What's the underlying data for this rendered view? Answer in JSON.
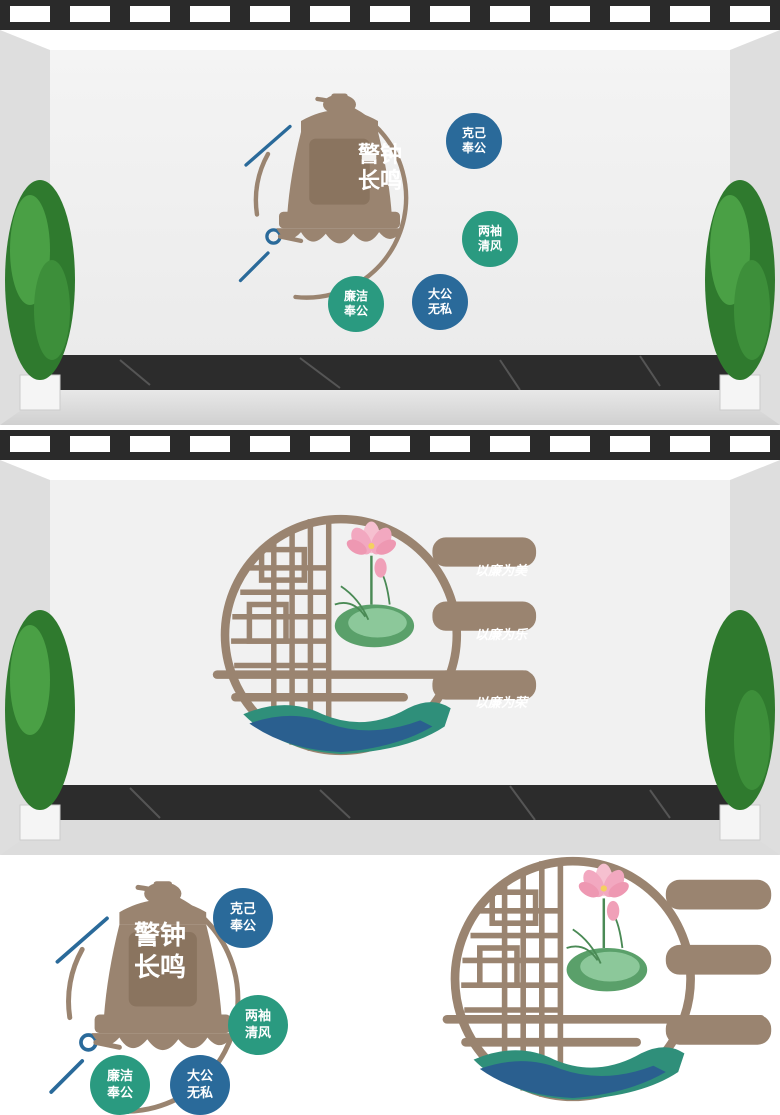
{
  "bell": {
    "title_line1": "警钟",
    "title_line2": "长鸣",
    "badges": [
      {
        "line1": "克己",
        "line2": "奉公",
        "color": "#2a6a9a"
      },
      {
        "line1": "两袖",
        "line2": "清风",
        "color": "#2a9a80"
      },
      {
        "line1": "大公",
        "line2": "无私",
        "color": "#2a6a9a"
      },
      {
        "line1": "廉洁",
        "line2": "奉公",
        "color": "#2a9a80"
      }
    ]
  },
  "lotus": {
    "mottos": [
      "以廉为美",
      "以廉为乐",
      "以廉为荣"
    ]
  },
  "colors": {
    "bronze": "#9a8470",
    "teal": "#2a9a80",
    "blue": "#2a6a9a",
    "wall": "#f0f0f0",
    "marble": "#2c2c2c"
  }
}
